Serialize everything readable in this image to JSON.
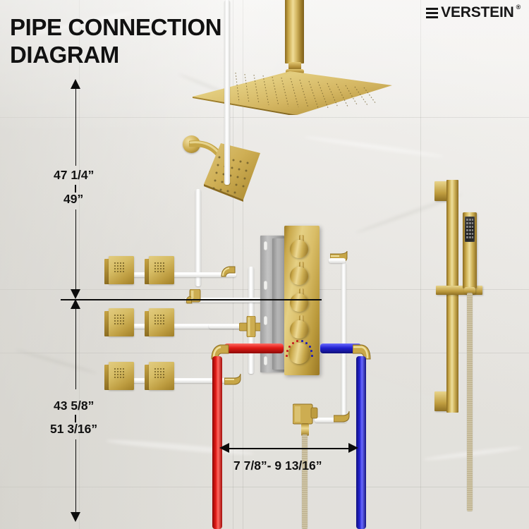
{
  "brand": {
    "name_bars": "E",
    "name": "VERSTEIN",
    "registered": "®"
  },
  "header": {
    "title": "PIPE CONNECTION\nDIAGRAM"
  },
  "dimensions": {
    "upper": {
      "primary": "47 1/4”",
      "secondary": "49”"
    },
    "lower": {
      "primary": "43 5/8”",
      "secondary": "51 3/16”"
    },
    "horizontal": {
      "label": "7 7/8”- 9 13/16”"
    }
  },
  "colors": {
    "gold": "#d3b45e",
    "gold_dark": "#8e6f22",
    "hot_pipe": "#d81713",
    "cold_pipe": "#2020cf",
    "white_pipe": "#f5f5f3",
    "bracket": "#a8a8a8",
    "dimension_line": "#0c0c0c",
    "wall_tile": "#eceae6",
    "text": "#111111"
  },
  "components": {
    "ceiling_shower": {
      "name": "Square rainfall shower head",
      "arm": "ceiling-mounted square arm"
    },
    "wall_shower": {
      "name": "Square wall-mounted shower head",
      "arm": "curved wall arm with round escutcheon"
    },
    "valve": {
      "name": "Thermostatic mixing valve panel",
      "handle_count": 4,
      "dial": "thermostatic temperature dial",
      "hot_marks": 6,
      "cold_marks": 6
    },
    "body_jets": {
      "name": "Square body spray jets",
      "rows": 3,
      "per_row": 2,
      "total": 6
    },
    "slide_bar": {
      "name": "Hand shower slide bar set",
      "wand": "square hand shower wand",
      "hose": "flexible hose"
    },
    "outlet": {
      "name": "Square wall supply elbow"
    },
    "fittings": {
      "elbow": "gold elbow",
      "cross": "gold cross tee",
      "tee": "gold tee"
    }
  },
  "icons": {
    "arrow_up": "arrow-up-icon",
    "arrow_down": "arrow-down-icon",
    "arrow_left": "arrow-left-icon",
    "arrow_right": "arrow-right-icon"
  }
}
